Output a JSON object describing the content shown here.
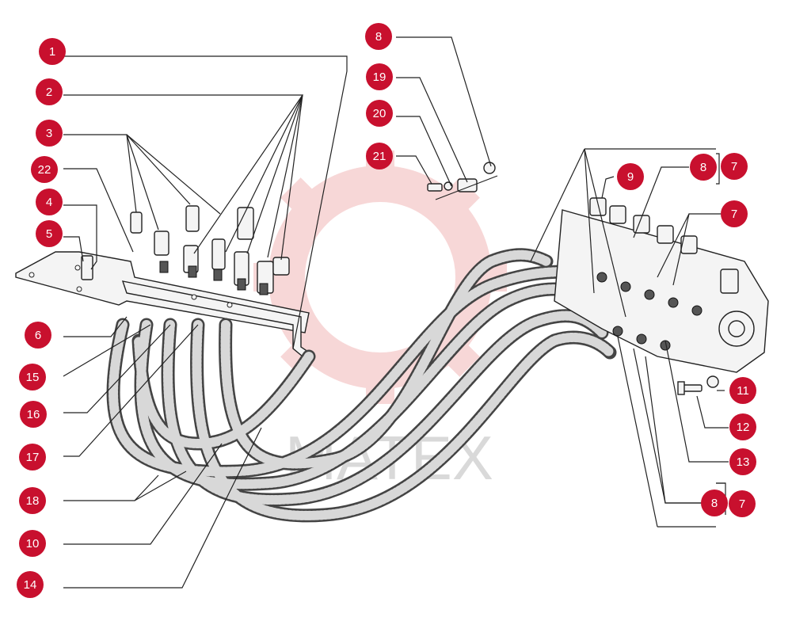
{
  "watermark": {
    "text": "MATEX",
    "gear_color": "#f4c9c9"
  },
  "callout_color": "#c8102e",
  "callouts": [
    {
      "id": "c1",
      "label": "1"
    },
    {
      "id": "c2",
      "label": "2"
    },
    {
      "id": "c3",
      "label": "3"
    },
    {
      "id": "c22",
      "label": "22"
    },
    {
      "id": "c4",
      "label": "4"
    },
    {
      "id": "c5",
      "label": "5"
    },
    {
      "id": "c6",
      "label": "6"
    },
    {
      "id": "c15",
      "label": "15"
    },
    {
      "id": "c16",
      "label": "16"
    },
    {
      "id": "c17",
      "label": "17"
    },
    {
      "id": "c18",
      "label": "18"
    },
    {
      "id": "c10",
      "label": "10"
    },
    {
      "id": "c14",
      "label": "14"
    },
    {
      "id": "c8a",
      "label": "8"
    },
    {
      "id": "c19",
      "label": "19"
    },
    {
      "id": "c20",
      "label": "20"
    },
    {
      "id": "c21",
      "label": "21"
    },
    {
      "id": "c9",
      "label": "9"
    },
    {
      "id": "c8b",
      "label": "8"
    },
    {
      "id": "c7a",
      "label": "7"
    },
    {
      "id": "c7b",
      "label": "7"
    },
    {
      "id": "c11",
      "label": "11"
    },
    {
      "id": "c12",
      "label": "12"
    },
    {
      "id": "c13",
      "label": "13"
    },
    {
      "id": "c8c",
      "label": "8"
    },
    {
      "id": "c7c",
      "label": "7"
    }
  ]
}
